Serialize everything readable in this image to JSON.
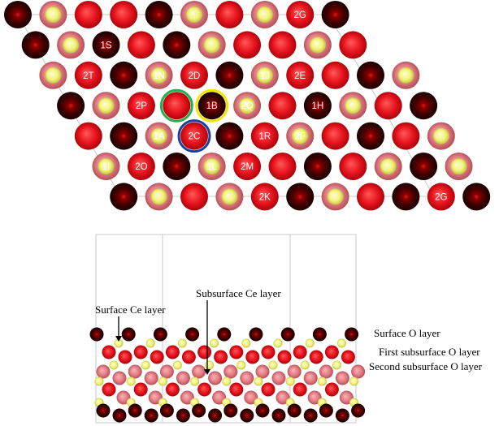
{
  "top_view": {
    "rows": [
      {
        "pattern": "DYRRDYRYRD",
        "labels": {
          "8": "2G"
        }
      },
      {
        "pattern": "DYDRDYRRYR",
        "labels": {
          "2": "1S"
        }
      },
      {
        "pattern": "YRDYRDYRRDY",
        "labels": {
          "1": "2T",
          "3": "1N",
          "4": "2D",
          "6": "1J",
          "7": "2E"
        }
      },
      {
        "pattern": "DYRRDYRDYRD",
        "labels": {
          "2": "2P",
          "4": "1B",
          "5": "2Q",
          "7": "1H"
        }
      },
      {
        "pattern": "RDYRDRYRDRY",
        "labels": {
          "2": "1A",
          "3": "2C",
          "5": "1R",
          "6": "2F"
        }
      },
      {
        "pattern": "YRDYRRDRYDY",
        "labels": {
          "0": "1I",
          "1": "2O",
          "3": "1L",
          "4": "2M"
        }
      },
      {
        "pattern": "DYRYRDYRDRD",
        "labels": {
          "4": "2K",
          "9": "2G"
        }
      }
    ],
    "highlights": [
      {
        "row": 3,
        "col": 3,
        "color": "#22b14c"
      },
      {
        "row": 3,
        "col": 4,
        "color": "#f5e600"
      },
      {
        "row": 4,
        "col": 3,
        "color": "#1f3fa0"
      }
    ]
  },
  "side_view": {
    "left_annotations": [
      {
        "text": "Surface Ce layer"
      },
      {
        "text": "Subsurface Ce layer"
      }
    ],
    "right_annotations": [
      {
        "text": "Surface O layer"
      },
      {
        "text": "First subsurface O layer"
      },
      {
        "text": "Second subsurface O layer"
      }
    ]
  },
  "colors": {
    "oxygen_red": "#e8141e",
    "dark_oxygen": "#3a0000",
    "cerium_yellow": "#f2f27a",
    "pink_shell": "#e07a82",
    "cell_border": "#c8c8c8"
  }
}
